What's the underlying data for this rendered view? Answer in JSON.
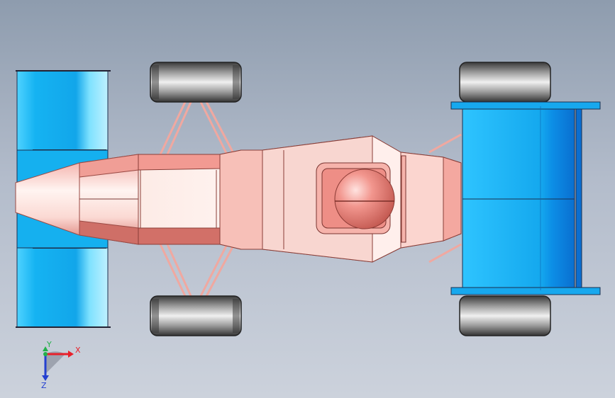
{
  "viewport": {
    "background_top": "#8e9cae",
    "background_bottom": "#ccd2dc"
  },
  "model": {
    "body_color": "#f4a8a0",
    "body_highlight": "#fff2ee",
    "body_shadow": "#d06e66",
    "wing_color": "#18b8f4",
    "wing_light": "#7ee0ff",
    "wing_dark": "#0c7fd6",
    "tire_color": "#5a5a5a",
    "tire_highlight": "#e6e6e6"
  },
  "triad": {
    "x_label": "X",
    "y_label": "Y",
    "z_label": "Z",
    "x_color": "#e8202a",
    "y_color": "#22b04a",
    "z_color": "#2440d0",
    "icons": {
      "x": "arrow-right-icon",
      "y": "arrow-up-icon",
      "z": "arrow-down-icon"
    }
  }
}
